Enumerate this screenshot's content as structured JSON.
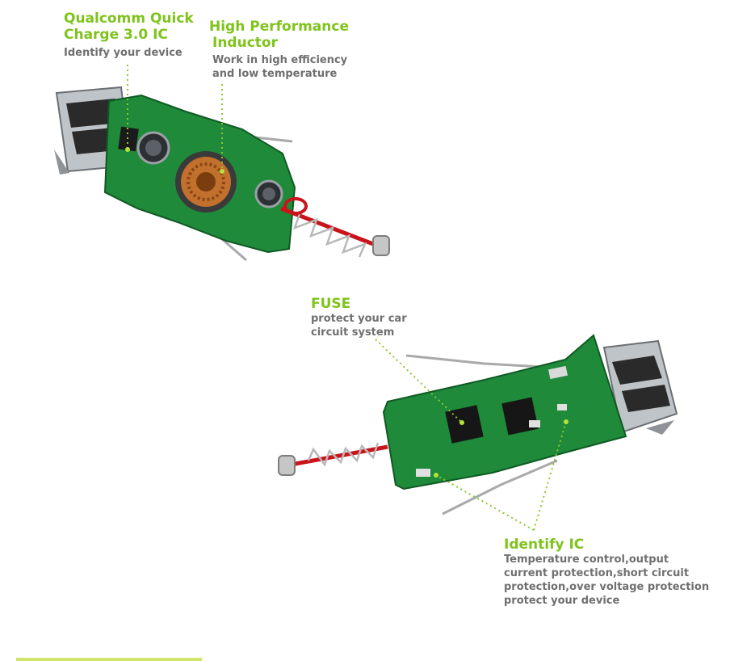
{
  "callouts": {
    "qc": {
      "title": [
        "Qualcomm Quick",
        "Charge 3.0 IC"
      ],
      "desc": [
        "Identify your device"
      ]
    },
    "inductor": {
      "title": [
        "High Performance",
        "Inductor"
      ],
      "desc": [
        "Work in high efficiency",
        "and low temperature"
      ]
    },
    "fuse": {
      "title": [
        "FUSE"
      ],
      "desc": [
        "protect your car",
        "circuit system"
      ]
    },
    "ic": {
      "title": [
        "Identify IC"
      ],
      "desc": [
        "Temperature control,output",
        "current protection,short circuit",
        "protection,over voltage protection",
        "protect your device"
      ]
    }
  },
  "colors": {
    "accent": "#7fc31c",
    "description": "#6f6f6f",
    "pcb": "#1f8a3a",
    "spring": "#d0191f"
  }
}
